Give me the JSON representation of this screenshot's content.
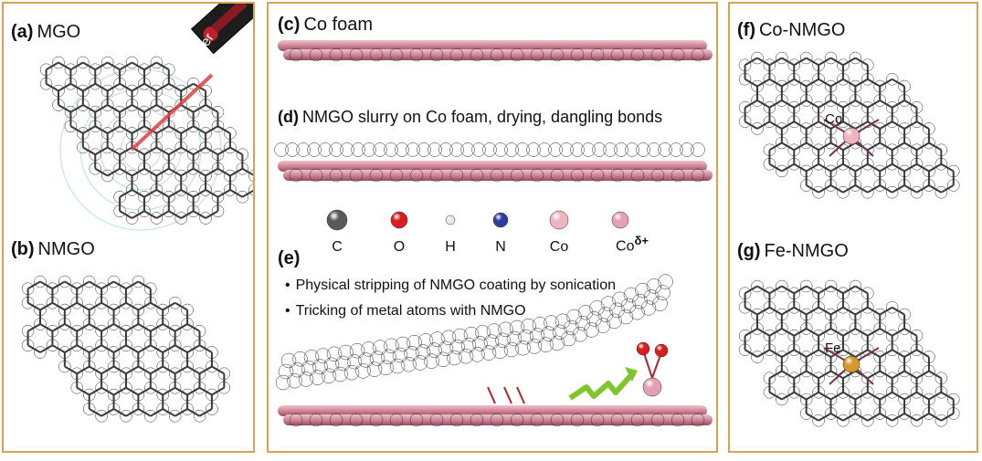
{
  "colors": {
    "frame": "#d8a255",
    "carbon": "#5a5a5a",
    "oxygen": "#d81e1e",
    "hydrogen": "#e8e8e8",
    "nitrogen": "#2c3d9e",
    "cobalt": "#f0b4c0",
    "cobalt_ion": "#e6a0b4",
    "iron": "#d79a2a",
    "foam": "#c77a8c",
    "arrow": "#7ec62a",
    "laser": "#e04040"
  },
  "panels": {
    "a": {
      "letter": "(a)",
      "title": "MGO",
      "laser_label": "Laser"
    },
    "b": {
      "letter": "(b)",
      "title": "NMGO"
    },
    "c": {
      "letter": "(c)",
      "title": "Co foam"
    },
    "d": {
      "letter": "(d)",
      "title": "NMGO slurry on Co foam, drying, dangling bonds"
    },
    "e": {
      "letter": "(e)",
      "bullets": [
        "Physical stripping of NMGO coating by sonication",
        "Tricking of metal atoms with NMGO"
      ]
    },
    "f": {
      "letter": "(f)",
      "title": "Co-NMGO",
      "center_label": "Co"
    },
    "g": {
      "letter": "(g)",
      "title": "Fe-NMGO",
      "center_label": "Fe"
    }
  },
  "legend": {
    "items": [
      {
        "label": "C",
        "icon": "carbon-atom"
      },
      {
        "label": "O",
        "icon": "oxygen-atom"
      },
      {
        "label": "H",
        "icon": "hydrogen-atom"
      },
      {
        "label": "N",
        "icon": "nitrogen-atom"
      },
      {
        "label": "Co",
        "icon": "cobalt-atom"
      }
    ],
    "co_ion_base": "Co",
    "co_ion_sup": "δ+"
  }
}
